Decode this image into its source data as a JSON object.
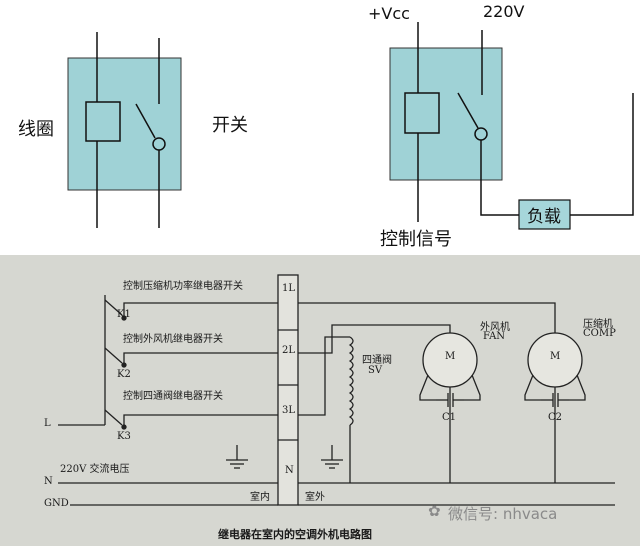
{
  "top": {
    "relay1": {
      "coil_label": "线圈",
      "switch_label": "开关"
    },
    "relay2": {
      "vcc_label": "+Vcc",
      "voltage_label": "220V",
      "load_label": "负载",
      "control_label": "控制信号"
    },
    "colors": {
      "box": "#9fd2d6",
      "load_box": "#a6d6da",
      "line": "#111111"
    }
  },
  "bottom": {
    "switches": [
      {
        "name": "K1",
        "desc": "控制压缩机功率继电器开关"
      },
      {
        "name": "K2",
        "desc": "控制外风机继电器开关"
      },
      {
        "name": "K3",
        "desc": "控制四通阀继电器开关"
      }
    ],
    "terminals": [
      "1L",
      "2L",
      "3L",
      "N"
    ],
    "supply": {
      "L": "L",
      "N": "N",
      "GND": "GND",
      "ac_label": "220V 交流电压"
    },
    "sides": {
      "indoor": "室内",
      "outdoor": "室外"
    },
    "valve": {
      "name": "四通阀",
      "code": "SV"
    },
    "fan": {
      "name": "外风机",
      "code": "FAN",
      "motor": "M",
      "cap": "C1"
    },
    "comp": {
      "name": "压缩机",
      "code": "COMP",
      "motor": "M",
      "cap": "C2"
    },
    "caption": "继电器在室内的空调外机电路图",
    "watermark": "微信号: nhvaca",
    "colors": {
      "background": "#d6d7d1"
    }
  }
}
